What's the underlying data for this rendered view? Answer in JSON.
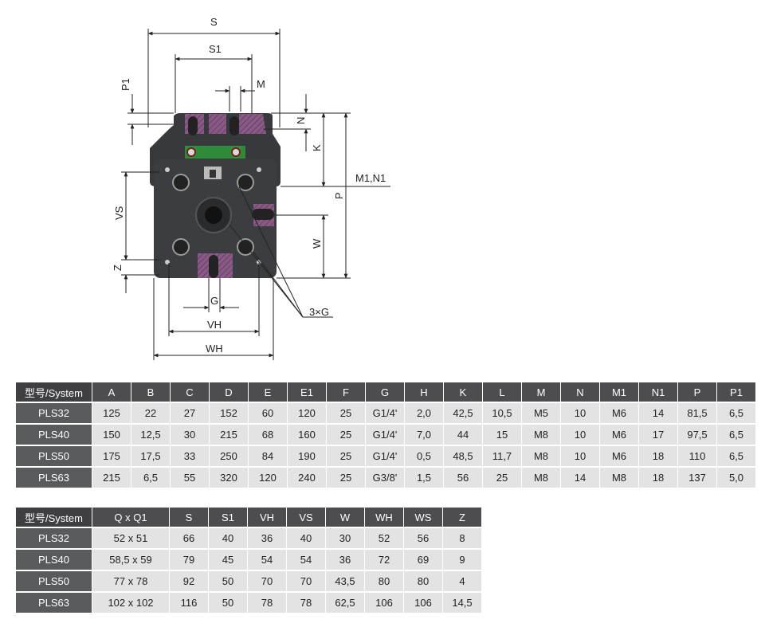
{
  "drawing": {
    "labels": {
      "S": "S",
      "S1": "S1",
      "M": "M",
      "P1": "P1",
      "N": "N",
      "K": "K",
      "M1N1": "M1,N1",
      "P": "P",
      "VS": "VS",
      "W": "W",
      "Z": "Z",
      "G": "G",
      "VH": "VH",
      "WH": "WH",
      "threeG": "3×G"
    },
    "colors": {
      "body": "#3c3d40",
      "jaw": "#2f3033",
      "hatch": "#8a5a86",
      "guide": "#2e8b3a",
      "line": "#222222"
    }
  },
  "table1": {
    "headers": [
      "型号/System",
      "A",
      "B",
      "C",
      "D",
      "E",
      "E1",
      "F",
      "G",
      "H",
      "K",
      "L",
      "M",
      "N",
      "M1",
      "N1",
      "P",
      "P1"
    ],
    "rows": [
      [
        "PLS32",
        "125",
        "22",
        "27",
        "152",
        "60",
        "120",
        "25",
        "G1/4'",
        "2,0",
        "42,5",
        "10,5",
        "M5",
        "10",
        "M6",
        "14",
        "81,5",
        "6,5"
      ],
      [
        "PLS40",
        "150",
        "12,5",
        "30",
        "215",
        "68",
        "160",
        "25",
        "G1/4'",
        "7,0",
        "44",
        "15",
        "M8",
        "10",
        "M6",
        "17",
        "97,5",
        "6,5"
      ],
      [
        "PLS50",
        "175",
        "17,5",
        "33",
        "250",
        "84",
        "190",
        "25",
        "G1/4'",
        "0,5",
        "48,5",
        "11,7",
        "M8",
        "10",
        "M6",
        "18",
        "110",
        "6,5"
      ],
      [
        "PLS63",
        "215",
        "6,5",
        "55",
        "320",
        "120",
        "240",
        "25",
        "G3/8'",
        "1,5",
        "56",
        "25",
        "M8",
        "14",
        "M8",
        "18",
        "137",
        "5,0"
      ]
    ]
  },
  "table2": {
    "headers": [
      "型号/System",
      "Q x Q1",
      "S",
      "S1",
      "VH",
      "VS",
      "W",
      "WH",
      "WS",
      "Z"
    ],
    "rows": [
      [
        "PLS32",
        "52 x 51",
        "66",
        "40",
        "36",
        "40",
        "30",
        "52",
        "56",
        "8"
      ],
      [
        "PLS40",
        "58,5 x 59",
        "79",
        "45",
        "54",
        "54",
        "36",
        "72",
        "69",
        "9"
      ],
      [
        "PLS50",
        "77 x 78",
        "92",
        "50",
        "70",
        "70",
        "43,5",
        "80",
        "80",
        "4"
      ],
      [
        "PLS63",
        "102 x 102",
        "116",
        "50",
        "78",
        "78",
        "62,5",
        "106",
        "106",
        "14,5"
      ]
    ]
  }
}
